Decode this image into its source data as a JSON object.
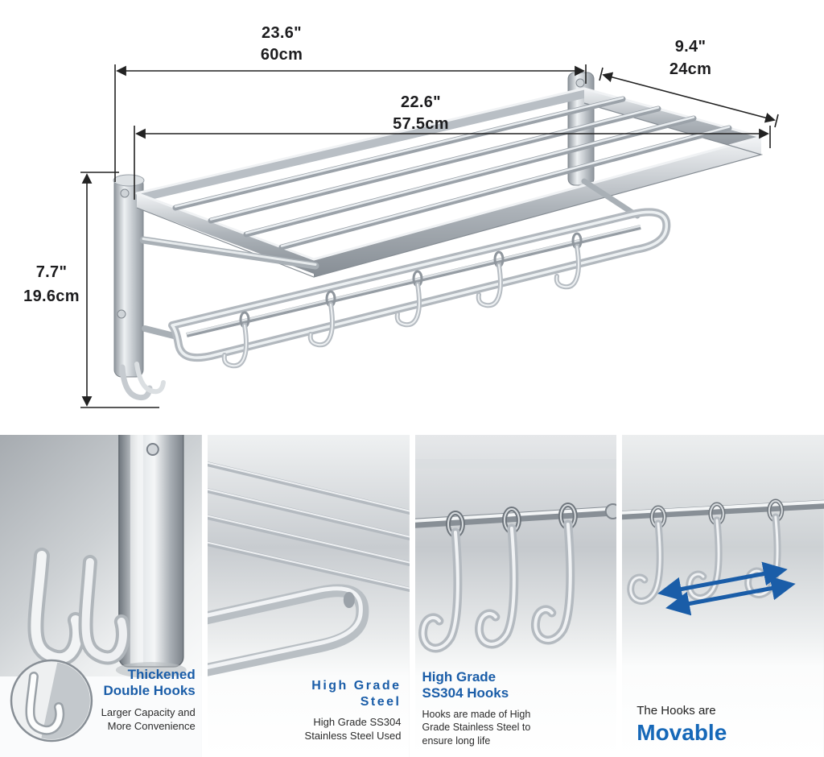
{
  "colors": {
    "accent_blue": "#1a5da8",
    "movable_blue": "#1668b8",
    "dimension_text": "#1d1d1f",
    "chrome_light": "#eef1f3",
    "chrome_dark": "#8f969d"
  },
  "diagram": {
    "dim_top": {
      "inches": "23.6\"",
      "cm": "60cm"
    },
    "dim_depth": {
      "inches": "9.4\"",
      "cm": "24cm"
    },
    "dim_inner": {
      "inches": "22.6\"",
      "cm": "57.5cm"
    },
    "dim_height": {
      "inches": "7.7\"",
      "cm": "19.6cm"
    }
  },
  "features": {
    "f1": {
      "title1": "Thickened",
      "title2": "Double Hooks",
      "desc1": "Larger Capacity and",
      "desc2": "More Convenience"
    },
    "f2": {
      "title1": "High Grade",
      "title2": "Steel",
      "desc1": "High Grade SS304",
      "desc2": "Stainless Steel Used"
    },
    "f3": {
      "title1": "High Grade",
      "title2": "SS304 Hooks",
      "desc1": "Hooks are made of High",
      "desc2": "Grade Stainless Steel to",
      "desc3": "ensure long life"
    },
    "f4": {
      "lead": "The Hooks are",
      "title": "Movable"
    }
  }
}
